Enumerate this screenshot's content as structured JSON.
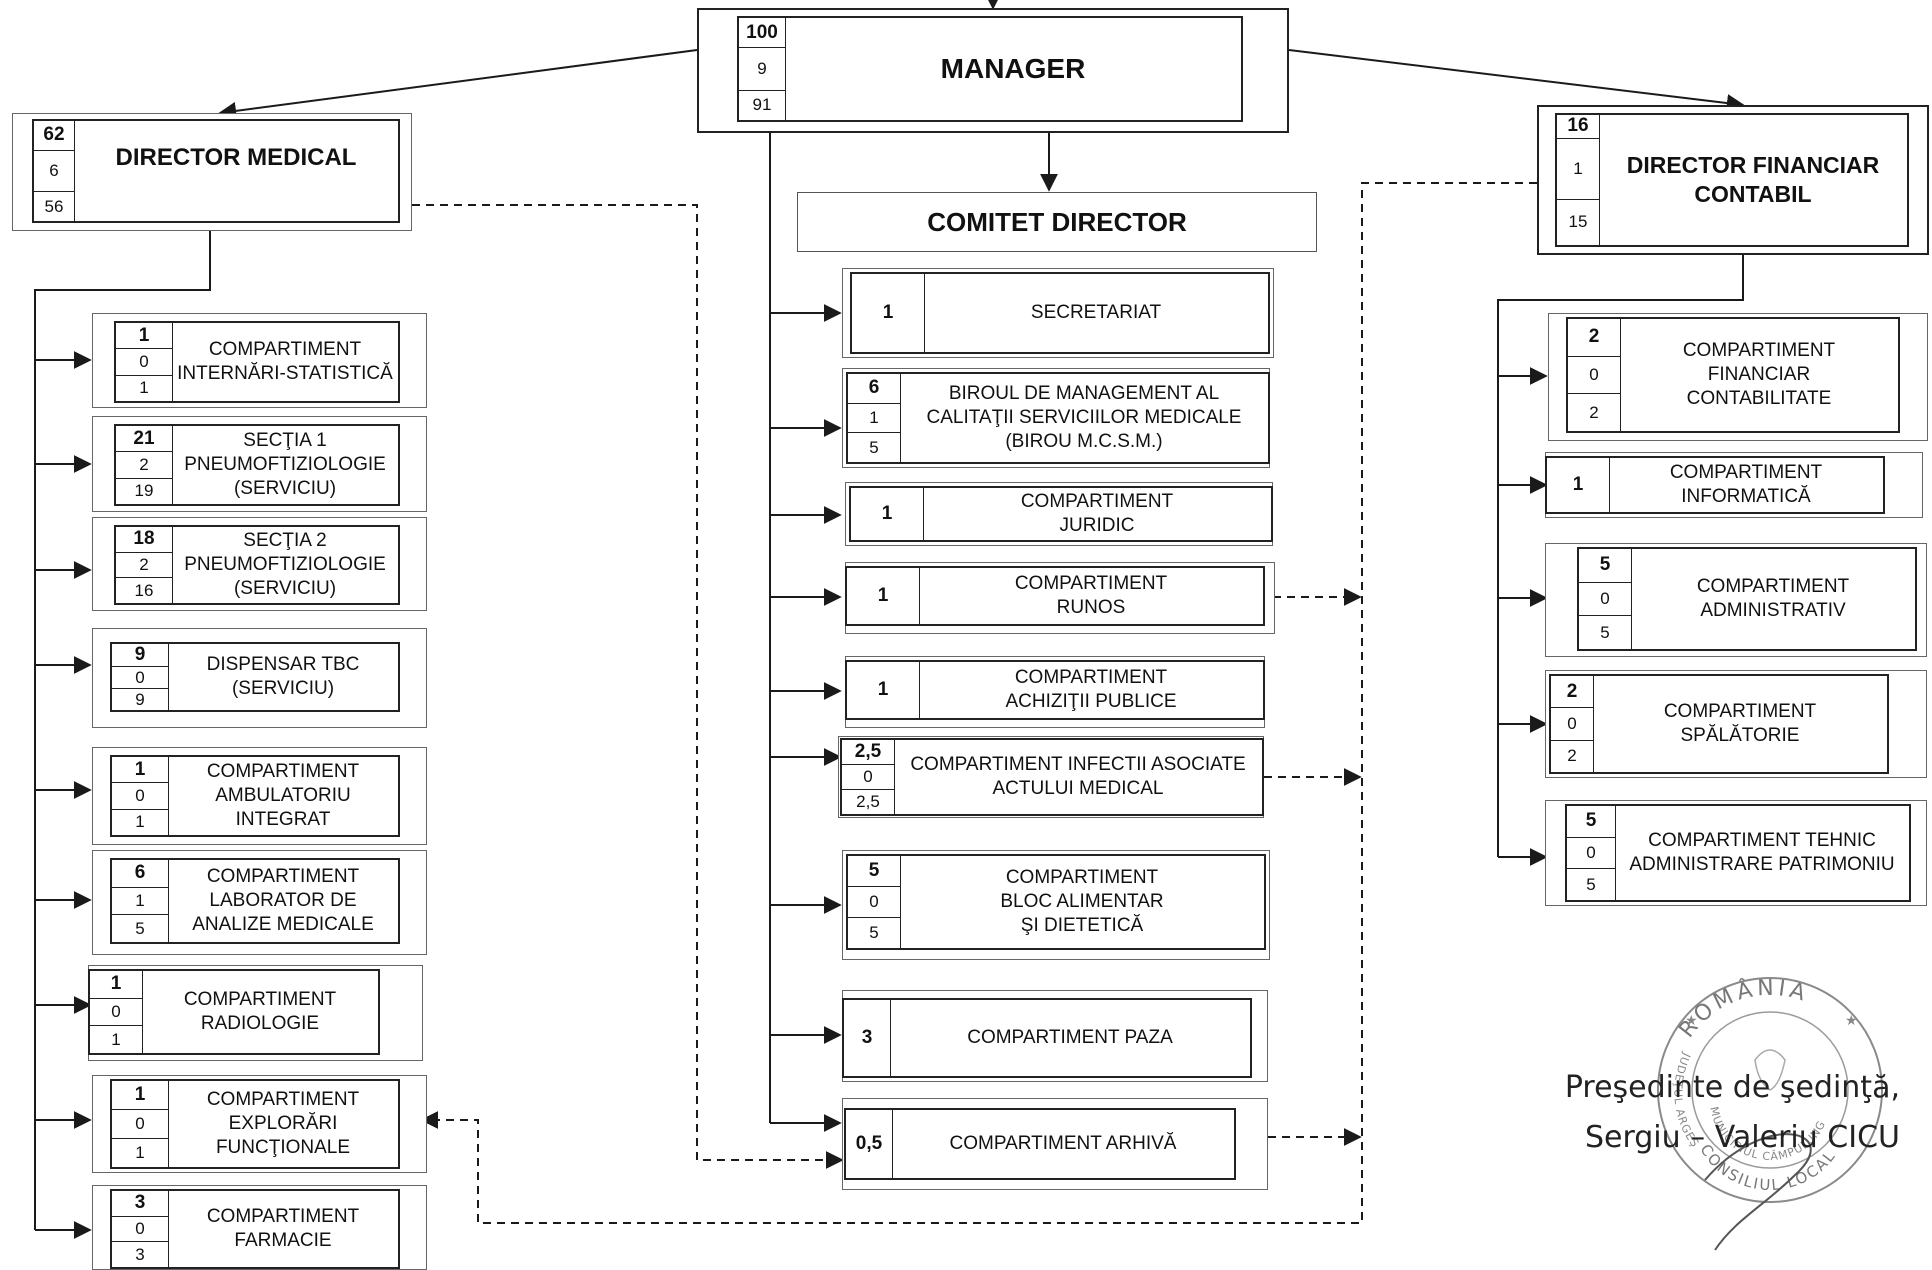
{
  "top_nodes": {
    "manager": {
      "total": "100",
      "n1": "9",
      "n2": "91",
      "label": "MANAGER"
    },
    "director_medical": {
      "total": "62",
      "n1": "6",
      "n2": "56",
      "label": "DIRECTOR MEDICAL"
    },
    "director_financiar": {
      "total": "16",
      "n1": "1",
      "n2": "15",
      "label": "DIRECTOR FINANCIAR\nCONTABIL"
    },
    "comitet_director": {
      "label": "COMITET DIRECTOR"
    }
  },
  "medical_units": [
    {
      "total": "1",
      "n1": "0",
      "n2": "1",
      "label": "COMPARTIMENT\nINTERNĂRI-STATISTICĂ"
    },
    {
      "total": "21",
      "n1": "2",
      "n2": "19",
      "label": "SECŢIA 1\nPNEUMOFTIZIOLOGIE\n(SERVICIU)"
    },
    {
      "total": "18",
      "n1": "2",
      "n2": "16",
      "label": "SECŢIA 2\nPNEUMOFTIZIOLOGIE\n(SERVICIU)"
    },
    {
      "total": "9",
      "n1": "0",
      "n2": "9",
      "label": "DISPENSAR TBC\n(SERVICIU)"
    },
    {
      "total": "1",
      "n1": "0",
      "n2": "1",
      "label": "COMPARTIMENT\nAMBULATORIU\nINTEGRAT"
    },
    {
      "total": "6",
      "n1": "1",
      "n2": "5",
      "label": "COMPARTIMENT\nLABORATOR DE\nANALIZE MEDICALE"
    },
    {
      "total": "1",
      "n1": "0",
      "n2": "1",
      "label": "COMPARTIMENT\nRADIOLOGIE"
    },
    {
      "total": "1",
      "n1": "0",
      "n2": "1",
      "label": "COMPARTIMENT\nEXPLORĂRI\nFUNCŢIONALE"
    },
    {
      "total": "3",
      "n1": "0",
      "n2": "3",
      "label": "COMPARTIMENT\nFARMACIE"
    }
  ],
  "manager_units": [
    {
      "total": "1",
      "label": "SECRETARIAT"
    },
    {
      "total": "6",
      "n1": "1",
      "n2": "5",
      "label": "BIROUL DE MANAGEMENT AL\nCALITAŢII SERVICIILOR MEDICALE\n(BIROU M.C.S.M.)"
    },
    {
      "total": "1",
      "label": "COMPARTIMENT\nJURIDIC"
    },
    {
      "total": "1",
      "label": "COMPARTIMENT\nRUNOS"
    },
    {
      "total": "1",
      "label": "COMPARTIMENT\nACHIZIŢII PUBLICE"
    },
    {
      "total": "2,5",
      "n1": "0",
      "n2": "2,5",
      "label": "COMPARTIMENT INFECTII ASOCIATE\nACTULUI MEDICAL"
    },
    {
      "total": "5",
      "n1": "0",
      "n2": "5",
      "label": "COMPARTIMENT\nBLOC ALIMENTAR\nŞI DIETETICĂ"
    },
    {
      "total": "3",
      "label": "COMPARTIMENT PAZA"
    },
    {
      "total": "0,5",
      "label": "COMPARTIMENT ARHIVĂ"
    }
  ],
  "financial_units": [
    {
      "total": "2",
      "n1": "0",
      "n2": "2",
      "label": "COMPARTIMENT\nFINANCIAR\nCONTABILITATE"
    },
    {
      "total": "1",
      "label": "COMPARTIMENT\nINFORMATICĂ"
    },
    {
      "total": "5",
      "n1": "0",
      "n2": "5",
      "label": "COMPARTIMENT\nADMINISTRATIV"
    },
    {
      "total": "2",
      "n1": "0",
      "n2": "2",
      "label": "COMPARTIMENT\nSPĂLĂTORIE"
    },
    {
      "total": "5",
      "n1": "0",
      "n2": "5",
      "label": "COMPARTIMENT TEHNIC\nADMINISTRARE PATRIMONIU"
    }
  ],
  "signature": {
    "line1": "Preşedinte de şedinţă,",
    "line2": "Sergiu – Valeriu CICU",
    "seal_top": "ROMÂNIA",
    "seal_bottom": "CONSILIUL LOCAL",
    "seal_inner": "MUNICIPIUL CÂMPULUNG",
    "seal_side": "JUDEŢUL ARGEŞ"
  },
  "colors": {
    "line": "#1a1a1a",
    "seal": "#888888"
  }
}
